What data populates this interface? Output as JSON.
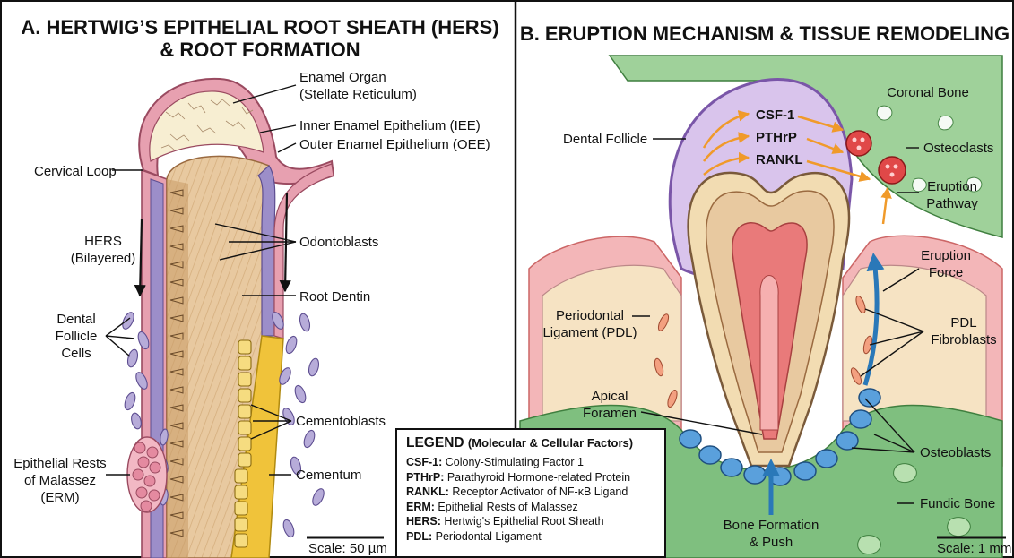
{
  "panel_a": {
    "title_line1": "A. HERTWIG’S EPITHELIAL ROOT SHEATH (HERS)",
    "title_line2": "& ROOT FORMATION",
    "labels": {
      "enamel_organ_1": "Enamel Organ",
      "enamel_organ_2": "(Stellate Reticulum)",
      "iee": "Inner Enamel Epithelium (IEE)",
      "oee": "Outer Enamel Epithelium (OEE)",
      "cervical_loop": "Cervical Loop",
      "hers_1": "HERS",
      "hers_2": "(Bilayered)",
      "odontoblasts": "Odontoblasts",
      "root_dentin": "Root Dentin",
      "dental_follicle_1": "Dental",
      "dental_follicle_2": "Follicle",
      "dental_follicle_3": "Cells",
      "cementoblasts": "Cementoblasts",
      "erm_1": "Epithelial Rests",
      "erm_2": "of Malassez",
      "erm_3": "(ERM)",
      "cementum": "Cementum"
    },
    "scale": "Scale: 50 µm"
  },
  "panel_b": {
    "title": "B. ERUPTION MECHANISM & TISSUE REMODELING",
    "labels": {
      "coronal_bone": "Coronal Bone",
      "csf1": "CSF-1",
      "pthrp": "PTHrP",
      "rankl": "RANKL",
      "dental_follicle": "Dental Follicle",
      "osteoclasts": "Osteoclasts",
      "eruption_pathway_1": "Eruption",
      "eruption_pathway_2": "Pathway",
      "eruption_force_1": "Eruption",
      "eruption_force_2": "Force",
      "pdl_1": "Periodontal",
      "pdl_2": "Ligament (PDL)",
      "pdl_fibro_1": "PDL",
      "pdl_fibro_2": "Fibroblasts",
      "apical_1": "Apical",
      "apical_2": "Foramen",
      "osteoblasts": "Osteoblasts",
      "bone_formation_1": "Bone Formation",
      "bone_formation_2": "& Push",
      "fundic_bone": "Fundic Bone"
    },
    "scale": "Scale: 1 mm"
  },
  "legend": {
    "heading": "LEGEND",
    "heading_sub": "(Molecular & Cellular Factors)",
    "items": [
      {
        "abbr": "CSF-1:",
        "text": " Colony-Stimulating Factor 1"
      },
      {
        "abbr": "PTHrP:",
        "text": " Parathyroid Hormone-related Protein"
      },
      {
        "abbr": "RANKL:",
        "text": " Receptor Activator of NF-κB Ligand"
      },
      {
        "abbr": "ERM:",
        "text": " Epithelial Rests of Malassez"
      },
      {
        "abbr": "HERS:",
        "text": " Hertwig's Epithelial Root Sheath"
      },
      {
        "abbr": "PDL:",
        "text": " Periodontal Ligament"
      }
    ]
  },
  "colors": {
    "dentin": "#e8c9a0",
    "enamel_organ": "#f7eed2",
    "epithelium_pink": "#e7a0b0",
    "epithelium_purple": "#9c8ec9",
    "cementum": "#f0c33a",
    "gingiva": "#f3b6b8",
    "pulp": "#e97a7a",
    "bone": "#7fbf7f",
    "osteoblast": "#3a86c8",
    "osteoclast": "#e04848",
    "arrow_orange": "#f09a2a",
    "arrow_blue": "#2a78b8"
  }
}
